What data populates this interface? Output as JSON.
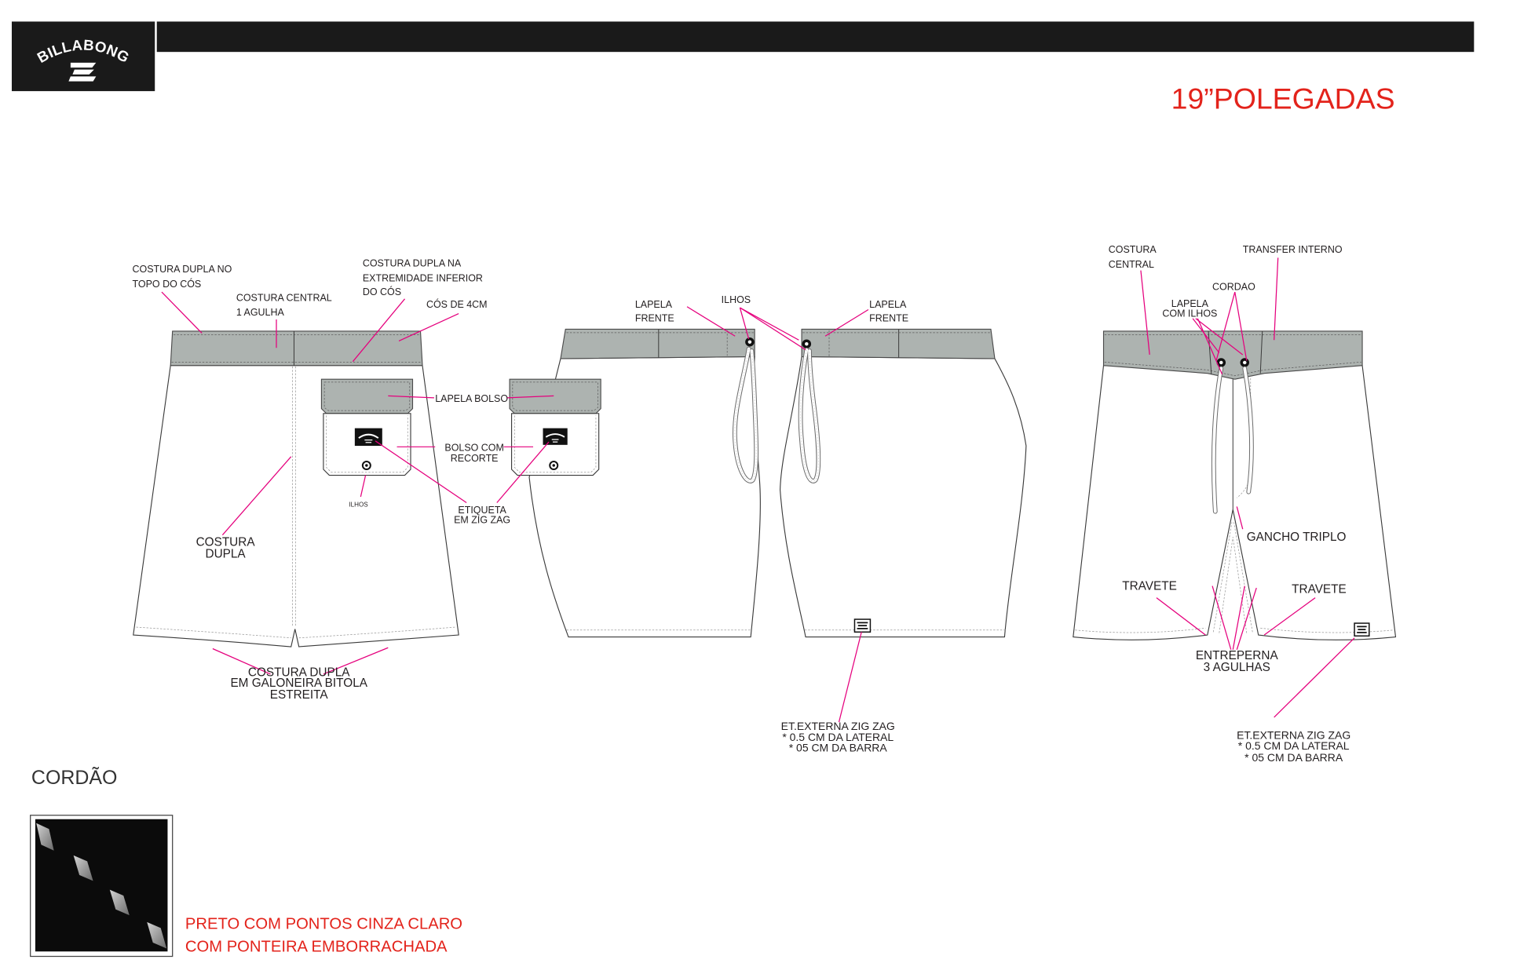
{
  "header": {
    "logo_text": "BILLABONG",
    "size_title": "19”POLEGADAS"
  },
  "colors": {
    "annotation_line": "#e5007d",
    "accent_red": "#e3231b",
    "fabric_gray": "#adb3b0",
    "ink": "#1a1a1a",
    "cord_black": "#0b0b0b",
    "cord_dots": "#c9c9c9"
  },
  "icons": [
    "billabong-logo-icon",
    "eyelet-icon",
    "woven-label-icon",
    "external-tag-icon"
  ],
  "back_view": {
    "costura_dupla_topo": [
      "COSTURA DUPLA NO",
      "TOPO DO CÓS"
    ],
    "costura_central": [
      "COSTURA CENTRAL",
      "1 AGULHA"
    ],
    "costura_dupla_inferior": [
      "COSTURA DUPLA NA",
      "EXTREMIDADE INFERIOR",
      "DO CÓS"
    ],
    "cos": "CÓS DE 4CM",
    "lapela_bolso": "LAPELA BOLSO",
    "bolso": [
      "BOLSO COM",
      "RECORTE"
    ],
    "ilhos": "ILHOS",
    "etiqueta": [
      "ETIQUETA",
      "EM ZIG ZAG"
    ],
    "costura_dupla": [
      "COSTURA",
      "DUPLA"
    ],
    "costura_galoneira": [
      "COSTURA DUPLA",
      "EM GALONEIRA BITOLA",
      "ESTREITA"
    ]
  },
  "side_views": {
    "lapela_frente_left": [
      "LAPELA",
      "FRENTE"
    ],
    "ilhos": "ILHOS",
    "lapela_frente_right": [
      "LAPELA",
      "FRENTE"
    ],
    "et_externa": [
      "ET.EXTERNA ZIG ZAG",
      "* 0.5 CM DA LATERAL",
      "* 05 CM DA BARRA"
    ]
  },
  "front_view": {
    "costura_central": [
      "COSTURA",
      "CENTRAL"
    ],
    "transfer_interno": "TRANSFER INTERNO",
    "cordao": "CORDAO",
    "lapela_ilhos": [
      "LAPELA",
      "COM ILHOS"
    ],
    "gancho_triplo": "GANCHO TRIPLO",
    "travete_left": "TRAVETE",
    "travete_right": "TRAVETE",
    "entreperna": [
      "ENTREPERNA",
      "3 AGULHAS"
    ],
    "et_externa": [
      "ET.EXTERNA ZIG ZAG",
      "* 0.5 CM DA LATERAL",
      "* 05 CM DA BARRA"
    ]
  },
  "cord": {
    "title": "CORDÃO",
    "description": [
      "PRETO COM PONTOS CINZA CLARO",
      "COM PONTEIRA EMBORRACHADA"
    ]
  }
}
